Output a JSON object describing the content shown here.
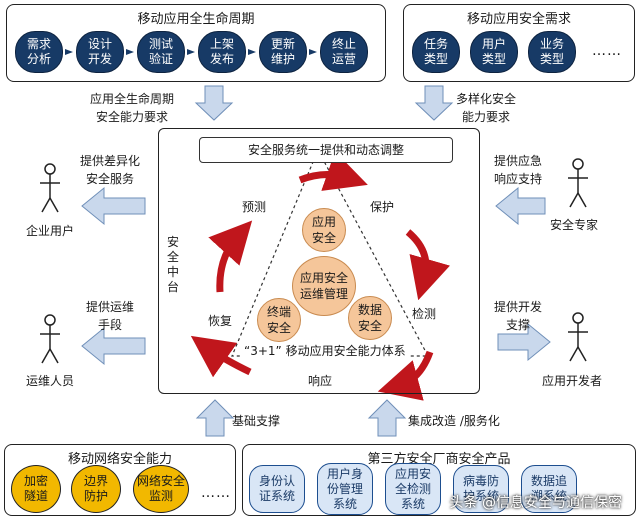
{
  "top_left": {
    "title": "移动应用全生命周期",
    "stages": [
      "需求\n分析",
      "设计\n开发",
      "测试\n验证",
      "上架\n发布",
      "更新\n维护",
      "终止\n运营"
    ]
  },
  "top_right": {
    "title": "移动应用安全需求",
    "items": [
      "任务\n类型",
      "用户\n类型",
      "业务\n类型"
    ],
    "more": "……"
  },
  "arrow_labels": {
    "left_top": "应用全生命周期\n安全能力要求",
    "right_top": "多样化安全\n能力要求",
    "left_mid_top": "提供差异化\n安全服务",
    "left_mid_bottom": "提供运维\n手段",
    "right_mid_top": "提供应急\n响应支持",
    "right_mid_bottom": "提供开发\n支撑",
    "bottom_left": "基础支撑",
    "bottom_right": "集成改造 /服务化"
  },
  "actors": {
    "enterprise": "企业用户",
    "ops": "运维人员",
    "expert": "安全专家",
    "developer": "应用开发者"
  },
  "center": {
    "header": "安全服务统一提供和动态调整",
    "side_label": "安\n全\n中\n台",
    "cycle": {
      "predict": "预测",
      "protect": "保护",
      "detect": "检测",
      "respond": "响应",
      "recover": "恢复"
    },
    "triangle_caption": "“3+1” 移动应用安全能力体系",
    "circles": {
      "app": "应用\n安全",
      "core": "应用安全\n运维管理",
      "terminal": "终端\n安全",
      "data": "数据\n安全"
    }
  },
  "bottom_left": {
    "title": "移动网络安全能力",
    "items": [
      "加密\n隧道",
      "边界\n防护",
      "网络安全\n监测"
    ],
    "more": "……"
  },
  "bottom_right": {
    "title": "第三方安全厂商安全产品",
    "items": [
      "身份认\n证系统",
      "用户身\n份管理\n系统",
      "应用安\n全检测\n系统",
      "病毒防\n护系统",
      "数据追\n溯系统"
    ]
  },
  "watermark": "头条 @信息安全与通信保密",
  "colors": {
    "navy": "#173a66",
    "light_blue": "#d9e6f6",
    "gold": "#f2b800",
    "peach": "#f5c69a",
    "cycle_red": "#c0161c",
    "arrow_blue": "#c9d8ec"
  }
}
